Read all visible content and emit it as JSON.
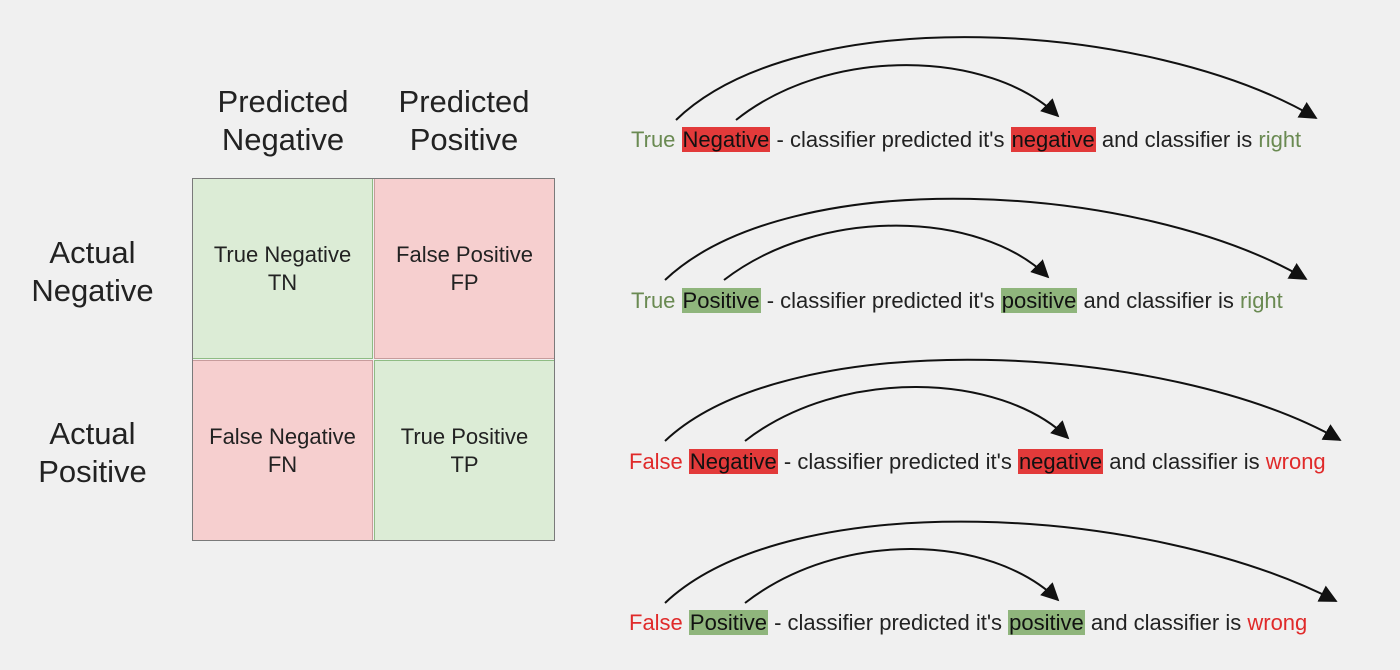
{
  "matrix": {
    "col_headers": [
      "Predicted\nNegative",
      "Predicted\nPositive"
    ],
    "row_headers": [
      "Actual\nNegative",
      "Actual\nPositive"
    ],
    "cells": [
      [
        {
          "label": "True Negative",
          "abbr": "TN"
        },
        {
          "label": "False Positive",
          "abbr": "FP"
        }
      ],
      [
        {
          "label": "False Negative",
          "abbr": "FN"
        },
        {
          "label": "True Positive",
          "abbr": "TP"
        }
      ]
    ]
  },
  "sentences": [
    {
      "w1": "True",
      "w2": "Negative",
      "mid": " - classifier predicted it's ",
      "w3": "negative",
      "tail": " and classifier is ",
      "w4": "right"
    },
    {
      "w1": "True",
      "w2": "Positive",
      "mid": " - classifier predicted it's ",
      "w3": "positive",
      "tail": " and classifier is ",
      "w4": "right"
    },
    {
      "w1": "False",
      "w2": "Negative",
      "mid": " - classifier predicted it's ",
      "w3": "negative",
      "tail": " and classifier is ",
      "w4": "wrong"
    },
    {
      "w1": "False",
      "w2": "Positive",
      "mid": " - classifier predicted it's ",
      "w3": "positive",
      "tail": " and classifier is ",
      "w4": "wrong"
    }
  ],
  "colors": {
    "correct_text": "#6a8a52",
    "wrong_text": "#e02a2a",
    "negative_highlight": "#e23a3a",
    "positive_highlight": "#8fb57c",
    "good_cell": "#dcecd6",
    "bad_cell": "#f6cfcf"
  }
}
